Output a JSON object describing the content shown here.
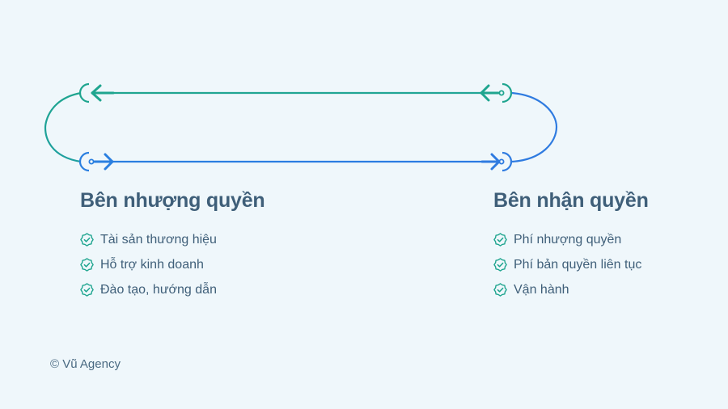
{
  "colors": {
    "background": "#eff7fb",
    "teal": "#1fa58f",
    "blue": "#2f7be0",
    "text": "#3f5f79"
  },
  "franchisor": {
    "title": "Bên nhượng quyền",
    "items": [
      "Tài sản thương hiệu",
      "Hỗ trợ kinh doanh",
      "Đào tạo, hướng dẫn"
    ],
    "icon": "check-badge-icon"
  },
  "franchisee": {
    "title": "Bên nhận quyền",
    "items": [
      "Phí nhượng quyền",
      "Phí bản quyền liên tục",
      "Vận hành"
    ],
    "icon": "check-badge-icon"
  },
  "footer": {
    "copyright": "© Vũ Agency"
  }
}
